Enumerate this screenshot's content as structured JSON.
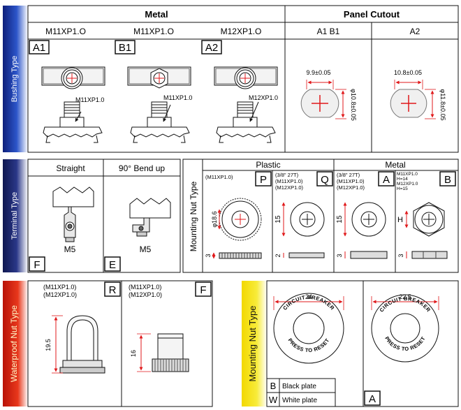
{
  "bushing": {
    "side_label": "Bushing Type",
    "header_metal": "Metal",
    "header_cutout": "Panel Cutout",
    "col_models": [
      "M11XP1.O",
      "M11XP1.O",
      "M12XP1.O"
    ],
    "col_cutouts": [
      "A1  B1",
      "A2"
    ],
    "codes": [
      "A1",
      "B1",
      "A2"
    ],
    "callouts": [
      "M11XP1.0",
      "M11XP1.0",
      "M12XP1.0"
    ],
    "cutout_dims": [
      {
        "width": "9.9±0.05",
        "height": "φ10.8±0.05"
      },
      {
        "width": "10.8±0.05",
        "height": "φ11.8±0.05"
      }
    ]
  },
  "terminal": {
    "side_label": "Terminal Type",
    "straight": "Straight",
    "bend": "90° Bend up",
    "screw_a": "M5",
    "screw_b": "M5",
    "code_a": "F",
    "code_b": "E"
  },
  "mounting_nut": {
    "side_label": "Mounting Nut Type",
    "plastic": "Plastic",
    "metal": "Metal",
    "p": {
      "code": "P",
      "spec": "(M11XP1.0)",
      "dia": "φ18.6",
      "thick": "3"
    },
    "q": {
      "code": "Q",
      "spec1": "(3/8\" 27T)",
      "spec2": "(M11XP1.0)",
      "spec3": "(M12XP1.0)",
      "dia": "15",
      "thick": "2"
    },
    "a": {
      "code": "A",
      "spec1": "(3/8\" 27T)",
      "spec2": "(M11XP1.0)",
      "spec3": "(M12XP1.0)",
      "dia": "15",
      "thick": "3"
    },
    "b": {
      "code": "B",
      "spec1": "M11XP1.0",
      "spec2": "H=14",
      "spec3": "M12XP1.0",
      "spec4": "H=15",
      "dia": "H",
      "thick": "3"
    }
  },
  "waterproof": {
    "side_label": "Waterproof Nut Type",
    "r": {
      "code": "R",
      "spec1": "(M11XP1.0)",
      "spec2": "(M12XP1.0)",
      "height": "19.5"
    },
    "f": {
      "code": "F",
      "spec1": "(M11XP1.0)",
      "spec2": "(M12XP1.0)",
      "height": "16"
    }
  },
  "plate": {
    "side_label": "Mounting Nut Type",
    "b_dim": "24",
    "a_dim": "22.5",
    "text_top": "CIRCUIT BREAKER",
    "text_bottom": "PRESS TO RESET",
    "legend_b_code": "B",
    "legend_b_label": "Black plate",
    "legend_w_code": "W",
    "legend_w_label": "White plate",
    "code_a": "A"
  },
  "colors": {
    "blue_band": "#1f3fa8",
    "navy_band": "#1e2b6e",
    "red_band": "#d41f12",
    "yellow_band": "#f4e20a",
    "dim_red": "#e0191b"
  }
}
